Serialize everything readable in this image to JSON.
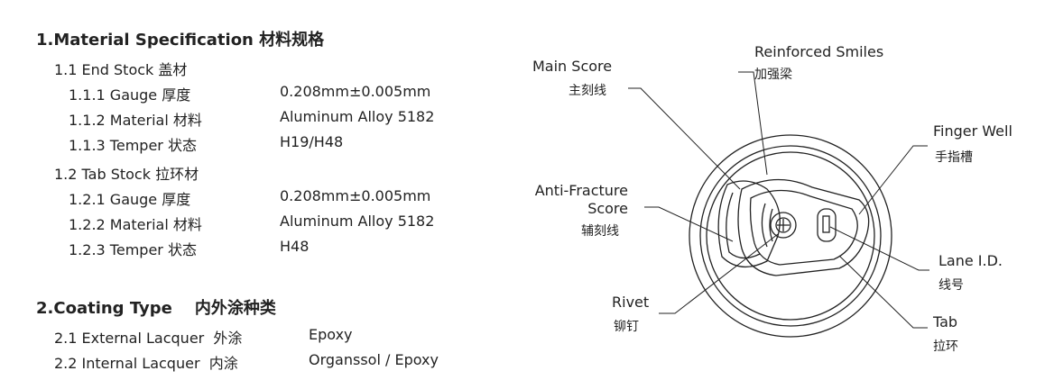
{
  "section1": {
    "title": "1.Material Specification 材料规格",
    "end_stock": {
      "heading": "1.1 End Stock  盖材",
      "rows": [
        {
          "label": "1.1.1 Gauge 厚度",
          "value": "0.208mm±0.005mm"
        },
        {
          "label": "1.1.2 Material 材料",
          "value": "Aluminum Alloy 5182"
        },
        {
          "label": "1.1.3 Temper 状态",
          "value": "H19/H48"
        }
      ]
    },
    "tab_stock": {
      "heading": "1.2 Tab Stock  拉环材",
      "rows": [
        {
          "label": "1.2.1 Gauge 厚度",
          "value": "0.208mm±0.005mm"
        },
        {
          "label": "1.2.2 Material 材料",
          "value": "Aluminum Alloy 5182"
        },
        {
          "label": "1.2.3 Temper 状态",
          "value": "H48"
        }
      ]
    }
  },
  "section2": {
    "title": "2.Coating Type    内外涂种类",
    "rows": [
      {
        "label": "2.1 External Lacquer  外涂",
        "value": "Epoxy"
      },
      {
        "label": "2.2 Internal Lacquer  内涂",
        "value": "Organssol / Epoxy"
      }
    ]
  },
  "diagram": {
    "reinforced_smiles": {
      "en": "Reinforced Smiles",
      "cn": "加强梁"
    },
    "main_score": {
      "en": "Main Score",
      "cn": "主刻线"
    },
    "finger_well": {
      "en": "Finger Well",
      "cn": "手指槽"
    },
    "anti_fracture": {
      "en1": "Anti-Fracture",
      "en2": "Score",
      "cn": "辅刻线"
    },
    "lane_id": {
      "en": "Lane I.D.",
      "cn": "线号"
    },
    "rivet": {
      "en": "Rivet",
      "cn": "铆钉"
    },
    "tab": {
      "en": "Tab",
      "cn": "拉环"
    }
  }
}
